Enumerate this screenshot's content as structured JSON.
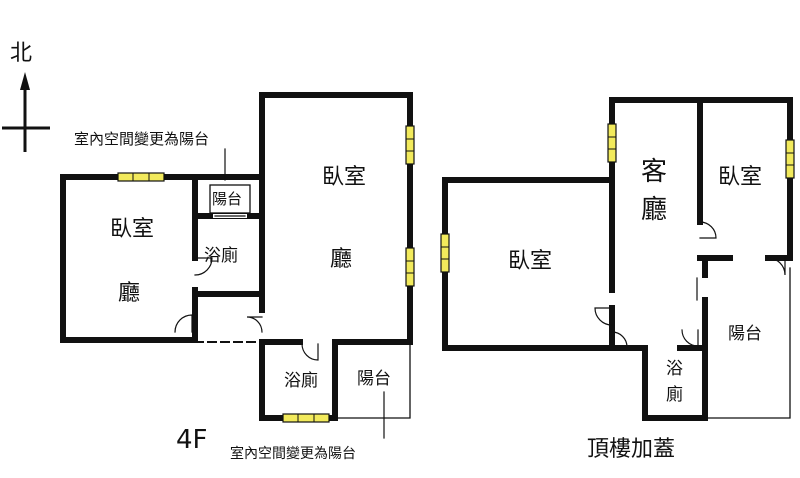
{
  "compass": {
    "north": "北"
  },
  "floor_4f": {
    "caption": "4F",
    "note_top": "室內空間變更為陽台",
    "note_bottom": "室內空間變更為陽台",
    "rooms": {
      "left_bedroom": "臥室",
      "left_hall": "廳",
      "left_bath": "浴廁",
      "left_balcony": "陽台",
      "right_bedroom": "臥室",
      "right_hall": "廳",
      "lower_bath": "浴廁",
      "lower_balcony": "陽台"
    }
  },
  "rooftop": {
    "caption": "頂樓加蓋",
    "rooms": {
      "bedroom_left": "臥室",
      "living_1": "客",
      "living_2": "廳",
      "bedroom_right": "臥室",
      "balcony": "陽台",
      "bath_1": "浴",
      "bath_2": "廁"
    }
  }
}
